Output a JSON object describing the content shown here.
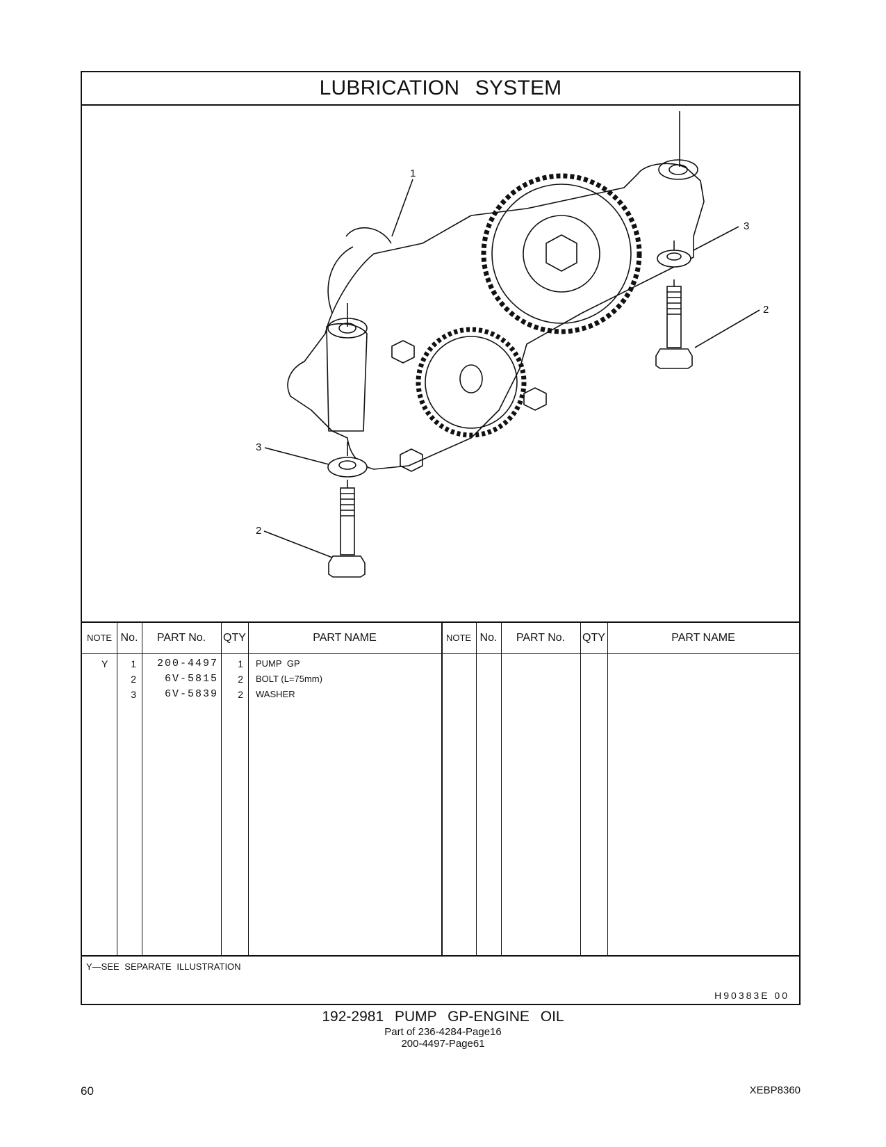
{
  "title": "LUBRICATION SYSTEM",
  "callouts": {
    "c1": "1",
    "c3_right": "3",
    "c2_right": "2",
    "c3_left": "3",
    "c2_left": "2"
  },
  "table": {
    "headers": {
      "note": "NOTE",
      "no": "No.",
      "part_no": "PART No.",
      "qty": "QTY",
      "part_name": "PART NAME"
    },
    "rows": [
      {
        "note": "Y",
        "no": "1",
        "part_no": "200-4497",
        "qty": "1",
        "part_name": "PUMP GP"
      },
      {
        "note": "",
        "no": "2",
        "part_no": "6V-5815",
        "qty": "2",
        "part_name": "BOLT (L=75mm)"
      },
      {
        "note": "",
        "no": "3",
        "part_no": "6V-5839",
        "qty": "2",
        "part_name": "WASHER"
      }
    ]
  },
  "footnote": "Y—SEE SEPARATE ILLUSTRATION",
  "illustration_code": "H90383E 00",
  "caption": {
    "main": "192-2981 PUMP GP-ENGINE OIL",
    "line2": "Part of 236-4284-Page16",
    "line3": "200-4497-Page61"
  },
  "page_number": "60",
  "document_id": "XEBP8360"
}
